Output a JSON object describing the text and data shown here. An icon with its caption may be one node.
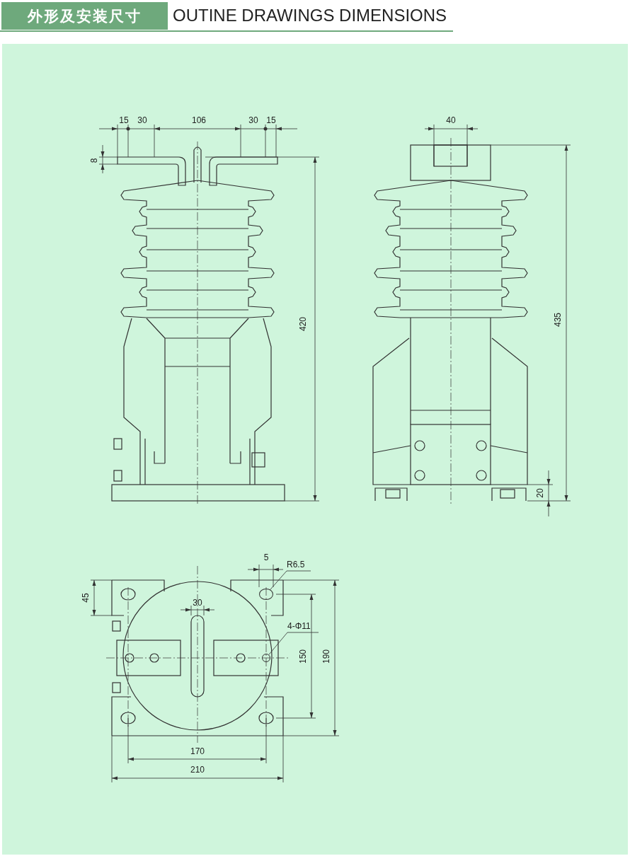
{
  "diagram": {
    "title": "外形及安装尺寸",
    "nodes": [
      {
        "text": [
          "R6.5"
        ]
      },
      {
        "text": [
          "4-Φ11"
        ]
      },
      {
        "text": [],
        "shape": "circle"
      },
      {
        "text": [],
        "shape": "circle"
      }
    ],
    "edges": [
      {
        "from": 0,
        "to": 2,
        "arrow": "none"
      },
      {
        "from": 1,
        "to": 3,
        "arrow": "none"
      }
    ],
    "labels": [
      "OUTINE DRAWINGS DIMENSIONS",
      "15",
      "30",
      "106",
      "30",
      "15",
      "40",
      "8",
      "420",
      "435",
      "20",
      "5",
      "45",
      "30",
      "150",
      "190",
      "170",
      "210"
    ]
  }
}
